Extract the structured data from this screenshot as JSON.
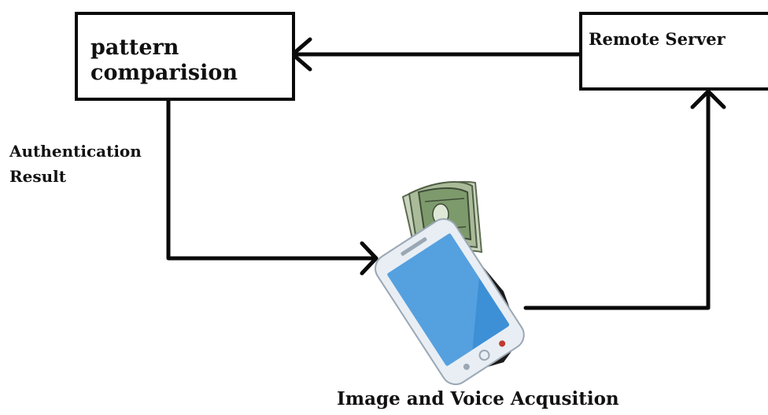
{
  "nodes": {
    "pattern_comparison": {
      "label": "pattern comparision"
    },
    "remote_server": {
      "label": "Remote Server"
    }
  },
  "edge_labels": {
    "authentication_result": "Authentication Result"
  },
  "device": {
    "caption": "Image and Voice Acqusition",
    "icon": "smartphone-wallet-icon"
  },
  "colors": {
    "line": "#0a0a0a",
    "phone_screen": "#3d8fd6",
    "phone_body": "#e8eef4",
    "cash": "#7d9a6c"
  }
}
